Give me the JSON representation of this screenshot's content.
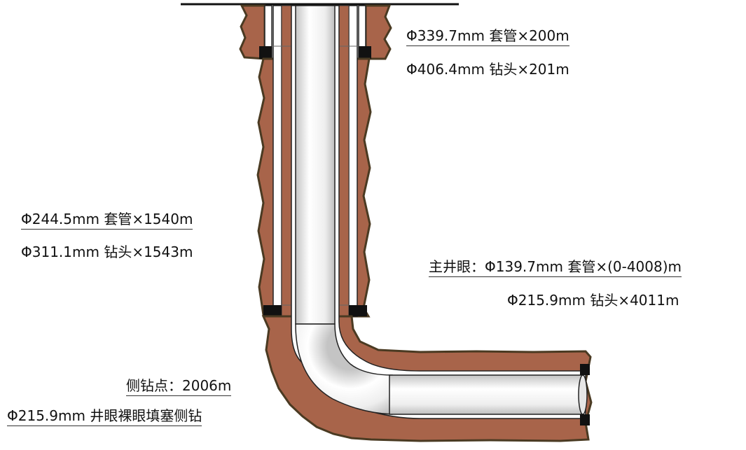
{
  "labels": {
    "surface_casing": "Φ339.7mm 套管×200m",
    "surface_bit": "Φ406.4mm 钻头×201m",
    "intermediate_casing": "Φ244.5mm 套管×1540m",
    "intermediate_bit": "Φ311.1mm 钻头×1543m",
    "main_casing": "主井眼：Φ139.7mm 套管×(0-4008)m",
    "main_bit": "Φ215.9mm 钻头×4011m",
    "sidetrack_point": "侧钻点：2006m",
    "sidetrack_method": "Φ215.9mm 井眼裸眼填塞侧钻"
  },
  "colors": {
    "formation": "#a8644a",
    "formation_edge": "#4a3a22",
    "casing_wall": "#ffffff",
    "tubing_light": "#f4f4f4",
    "tubing_shade": "#b8b8b8",
    "outline": "#111111"
  }
}
